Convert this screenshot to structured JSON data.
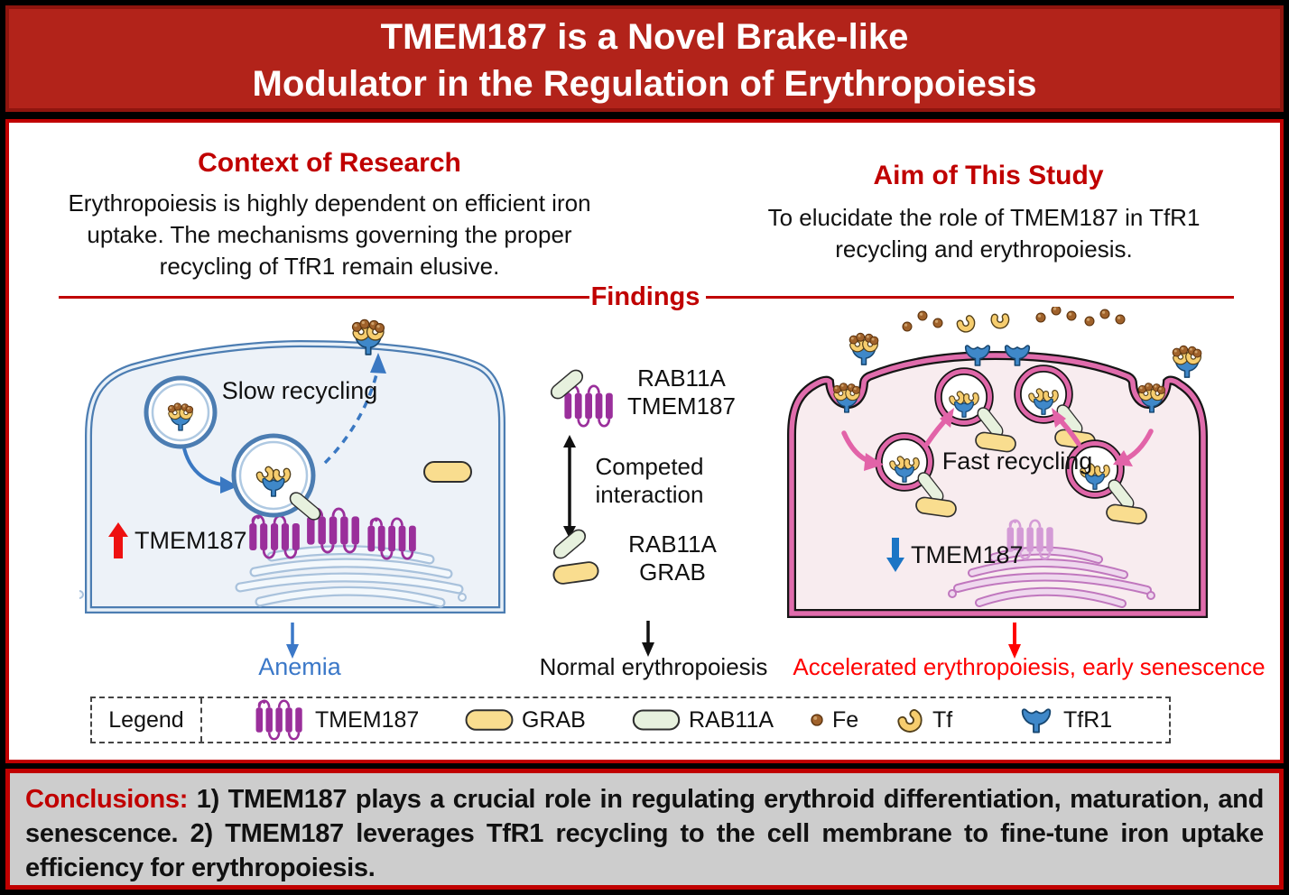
{
  "title": {
    "line1": "TMEM187 is a Novel Brake-like",
    "line2": "Modulator in the Regulation of Erythropoiesis"
  },
  "sections": {
    "context": {
      "heading": "Context of Research",
      "body": "Erythropoiesis is highly dependent on efficient iron uptake. The mechanisms governing the proper recycling of TfR1 remain elusive."
    },
    "aim": {
      "heading": "Aim of This Study",
      "body": "To elucidate the role of TMEM187 in TfR1 recycling and erythropoiesis."
    },
    "findings_heading": "Findings"
  },
  "left_panel": {
    "process": "Slow recycling",
    "protein": "TMEM187",
    "outcome": "Anemia"
  },
  "middle_panel": {
    "complex1": {
      "line1": "RAB11A",
      "line2": "TMEM187"
    },
    "interaction": "Competed interaction",
    "complex2": {
      "line1": "RAB11A",
      "line2": "GRAB"
    },
    "outcome": "Normal erythropoiesis"
  },
  "right_panel": {
    "process": "Fast recycling",
    "protein": "TMEM187",
    "outcome": "Accelerated erythropoiesis, early senescence"
  },
  "legend": {
    "title": "Legend",
    "items": [
      {
        "label": "TMEM187",
        "icon": "tmem187-icon"
      },
      {
        "label": "GRAB",
        "icon": "grab-pill-icon"
      },
      {
        "label": "RAB11A",
        "icon": "rab11a-pill-icon"
      },
      {
        "label": "Fe",
        "icon": "fe-icon"
      },
      {
        "label": "Tf",
        "icon": "tf-icon"
      },
      {
        "label": "TfR1",
        "icon": "tfr1-icon"
      }
    ]
  },
  "conclusions": {
    "label": "Conclusions:",
    "text": "1) TMEM187 plays a crucial role in regulating erythroid differentiation, maturation, and senescence. 2) TMEM187 leverages TfR1 recycling to the cell membrane to fine-tune iron uptake efficiency for erythropoiesis."
  },
  "colors": {
    "title_bg": "#B2231A",
    "accent_red": "#C00000",
    "bright_red": "#FF0000",
    "anemia_blue": "#3B78C8",
    "membrane_blue": "#4C7DB2",
    "membrane_pink": "#E06CAC",
    "tmem_purple": "#9A2F9B",
    "grab_yellow": "#F9DD8F",
    "rab11a_green": "#E7F1DE",
    "tfr1_blue": "#3F88C9",
    "fe_brown": "#A0622B",
    "conclusions_bg": "#CDCDCD"
  }
}
